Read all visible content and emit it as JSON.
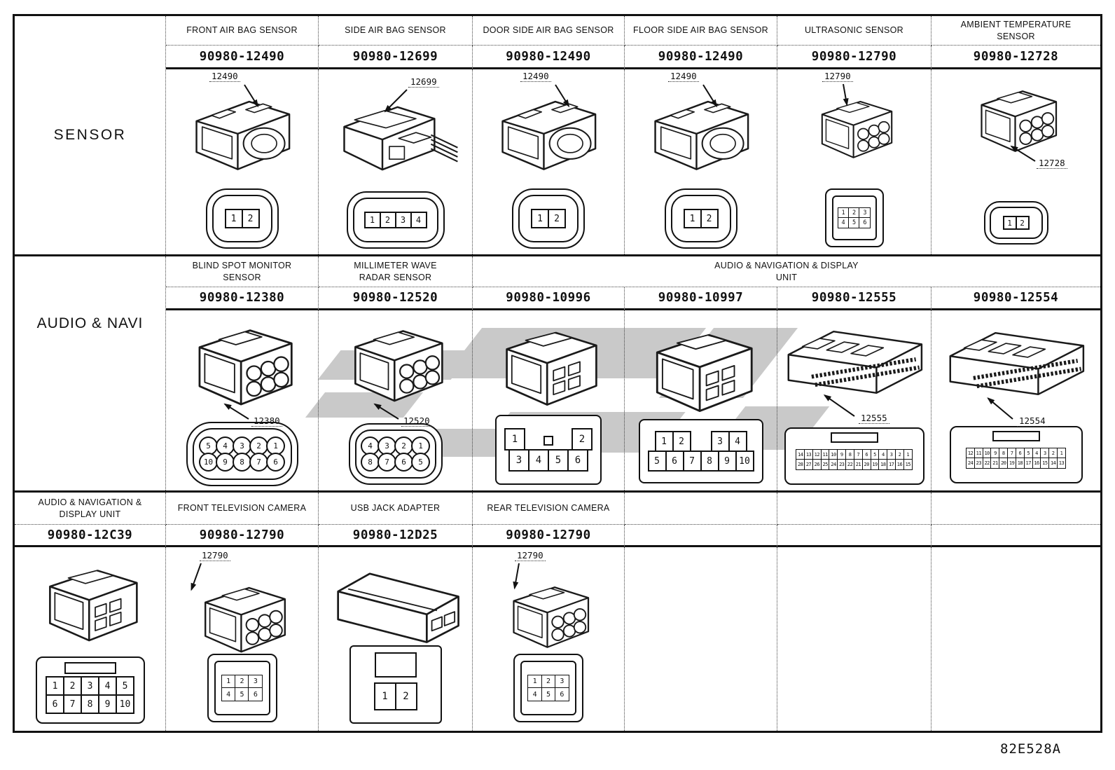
{
  "doc_code": "82E528A",
  "sections": [
    {
      "row_label": "SENSOR",
      "cells": [
        {
          "title": "FRONT AIR BAG SENSOR",
          "part": "90980-12490",
          "callout": "12490",
          "face_pins": [
            [
              "1",
              "2"
            ]
          ]
        },
        {
          "title": "SIDE AIR BAG SENSOR",
          "part": "90980-12699",
          "callout": "12699",
          "face_pins": [
            [
              "1",
              "2",
              "3",
              "4"
            ]
          ]
        },
        {
          "title": "DOOR SIDE AIR BAG SENSOR",
          "part": "90980-12490",
          "callout": "12490",
          "face_pins": [
            [
              "1",
              "2"
            ]
          ]
        },
        {
          "title": "FLOOR SIDE AIR BAG SENSOR",
          "part": "90980-12490",
          "callout": "12490",
          "face_pins": [
            [
              "1",
              "2"
            ]
          ]
        },
        {
          "title": "ULTRASONIC SENSOR",
          "part": "90980-12790",
          "callout": "12790",
          "face_pins": [
            [
              "1",
              "2",
              "3"
            ],
            [
              "4",
              "5",
              "6"
            ]
          ]
        },
        {
          "title": "AMBIENT TEMPERATURE SENSOR",
          "part": "90980-12728",
          "callout": "12728",
          "face_pins": [
            [
              "1",
              "2"
            ]
          ]
        }
      ]
    },
    {
      "cells": [
        {
          "title": "BLIND SPOT MONITOR SENSOR",
          "part": "90980-12380",
          "callout": "12380",
          "face_pins": [
            [
              "5",
              "4",
              "3",
              "2",
              "1"
            ],
            [
              "10",
              "9",
              "8",
              "7",
              "6"
            ]
          ]
        },
        {
          "title": "MILLIMETER WAVE RADAR SENSOR",
          "part": "90980-12520",
          "callout": "12520",
          "face_pins": [
            [
              "4",
              "3",
              "2",
              "1"
            ],
            [
              "8",
              "7",
              "6",
              "5"
            ]
          ]
        }
      ],
      "audio_navi_label": "AUDIO & NAVI",
      "group": {
        "title_line1": "AUDIO & NAVIGATION & DISPLAY",
        "title_line2": "UNIT",
        "cells": [
          {
            "part": "90980-10996",
            "face_pins": [
              [
                "1",
                "2"
              ],
              [
                "3",
                "4",
                "5",
                "6"
              ]
            ]
          },
          {
            "part": "90980-10997",
            "face_pins": [
              [
                "1",
                "2",
                "3",
                "4"
              ],
              [
                "5",
                "6",
                "7",
                "8",
                "9",
                "10"
              ]
            ]
          },
          {
            "part": "90980-12555",
            "callout": "12555",
            "face_pins": [
              [
                "14",
                "13",
                "12",
                "11",
                "10",
                "9",
                "8",
                "7",
                "6",
                "5",
                "4",
                "3",
                "2",
                "1"
              ],
              [
                "28",
                "27",
                "26",
                "25",
                "24",
                "23",
                "22",
                "21",
                "20",
                "19",
                "18",
                "17",
                "16",
                "15"
              ]
            ]
          },
          {
            "part": "90980-12554",
            "callout": "12554",
            "face_pins": [
              [
                "12",
                "11",
                "10",
                "9",
                "8",
                "7",
                "6",
                "5",
                "4",
                "3",
                "2",
                "1"
              ],
              [
                "24",
                "23",
                "22",
                "21",
                "20",
                "19",
                "18",
                "17",
                "16",
                "15",
                "14",
                "13"
              ]
            ]
          }
        ]
      }
    },
    {
      "cells": [
        {
          "title": "AUDIO & NAVIGATION & DISPLAY UNIT",
          "part": "90980-12C39",
          "face_pins": [
            [
              "1",
              "2",
              "3",
              "4",
              "5"
            ],
            [
              "6",
              "7",
              "8",
              "9",
              "10"
            ]
          ]
        },
        {
          "title": "FRONT TELEVISION CAMERA",
          "part": "90980-12790",
          "callout": "12790",
          "face_pins": [
            [
              "1",
              "2",
              "3"
            ],
            [
              "4",
              "5",
              "6"
            ]
          ]
        },
        {
          "title": "USB JACK ADAPTER",
          "part": "90980-12D25",
          "face_pins": [
            [
              "1",
              "2"
            ]
          ]
        },
        {
          "title": "REAR TELEVISION CAMERA",
          "part": "90980-12790",
          "callout": "12790",
          "face_pins": [
            [
              "1",
              "2",
              "3"
            ],
            [
              "4",
              "5",
              "6"
            ]
          ]
        }
      ]
    }
  ]
}
